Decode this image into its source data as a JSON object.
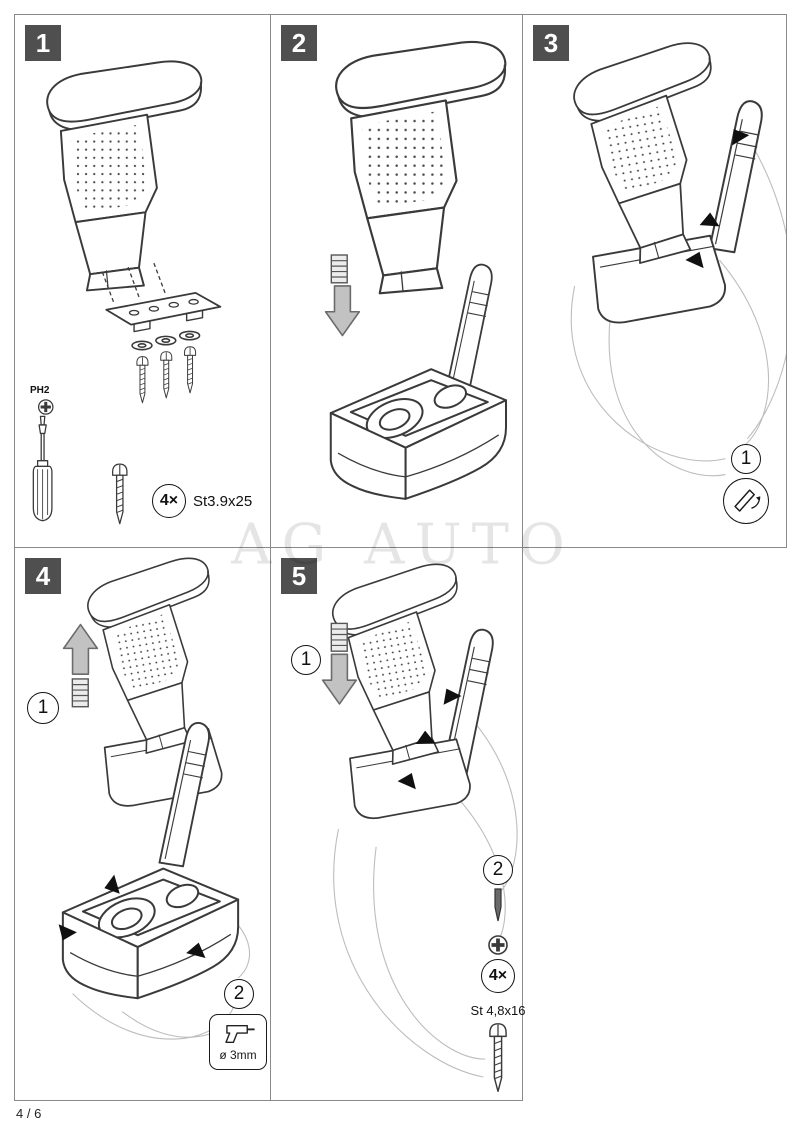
{
  "page": {
    "watermark": "AG AUTO",
    "footer": "4 / 6"
  },
  "colors": {
    "line": "#3a3a3a",
    "badge_bg": "#4f4f4f",
    "block_arrow_gray": "#c2c2c2",
    "watermark_gray": "#e5e5e5"
  },
  "icons": {
    "phillips": "phillips-cross-icon",
    "screwdriver": "screwdriver-icon",
    "screw": "screw-icon",
    "washer": "washer-icon",
    "clip": "clip-icon",
    "block_arrow": "block-arrow-icon",
    "pointer": "pointer-arrow-icon",
    "lever_press": "lever-press-icon",
    "drill": "drill-icon"
  },
  "panels": [
    {
      "number": "1",
      "tool_label": "PH2",
      "qty_label": "4×",
      "screw_label": "St3.9x25"
    },
    {
      "number": "2"
    },
    {
      "number": "3",
      "step1": "1"
    },
    {
      "number": "4",
      "step1": "1",
      "step2": "2",
      "drill_label": "ø 3mm"
    },
    {
      "number": "5",
      "step1": "1",
      "step2": "2",
      "qty_label": "4×",
      "screw_label": "St 4,8x16"
    }
  ]
}
